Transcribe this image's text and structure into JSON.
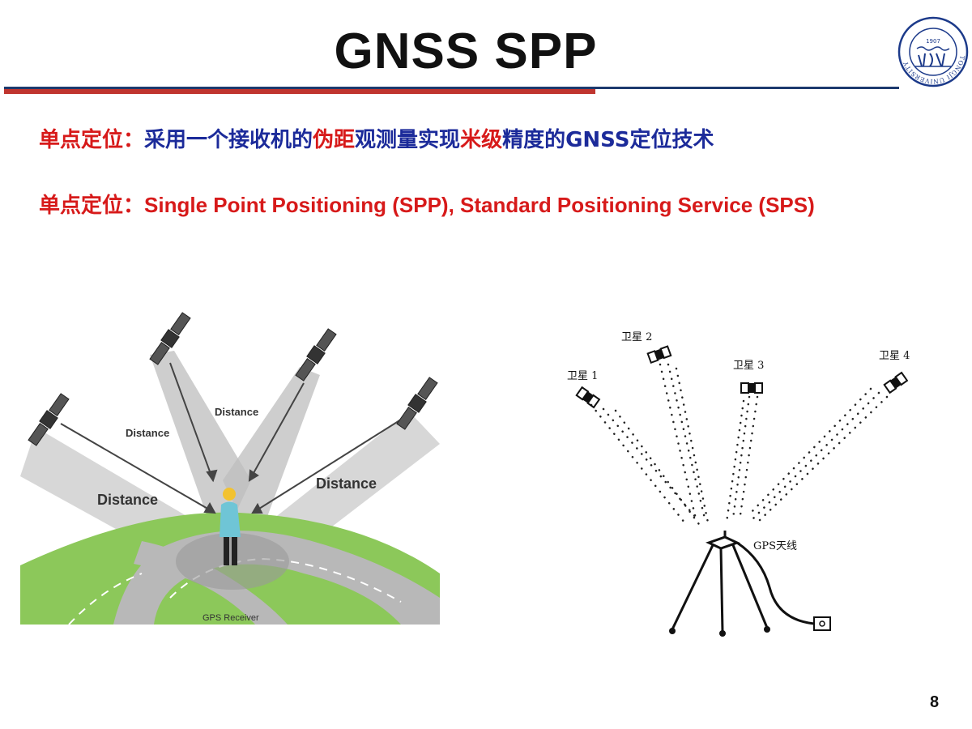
{
  "slide": {
    "title": "GNSS SPP",
    "page_number": "8"
  },
  "line1": {
    "label": "单点定位：",
    "seg1": "采用一个接收机的",
    "seg2": "伪距",
    "seg3": "观测量实现",
    "seg4": "米级",
    "seg5": "精度的GNSS定位技术"
  },
  "line2": {
    "label": "单点定位：",
    "text": "Single Point Positioning (SPP), Standard Positioning Service (SPS)"
  },
  "figure_left": {
    "labels": [
      "Distance",
      "Distance",
      "Distance",
      "Distance"
    ],
    "receiver_label": "GPS Receiver"
  },
  "figure_right": {
    "satellites": [
      "卫星 1",
      "卫星 2",
      "卫星 3",
      "卫星 4"
    ],
    "antenna_label": "GPS天线"
  },
  "logo": {
    "year": "1907",
    "text": "TONGJI UNIVERSITY"
  },
  "colors": {
    "red": "#d71a1a",
    "blue": "#1c2b9a",
    "navy_rule": "#1c3a6e",
    "red_rule": "#c0352f",
    "ground_green": "#8cc85a"
  }
}
